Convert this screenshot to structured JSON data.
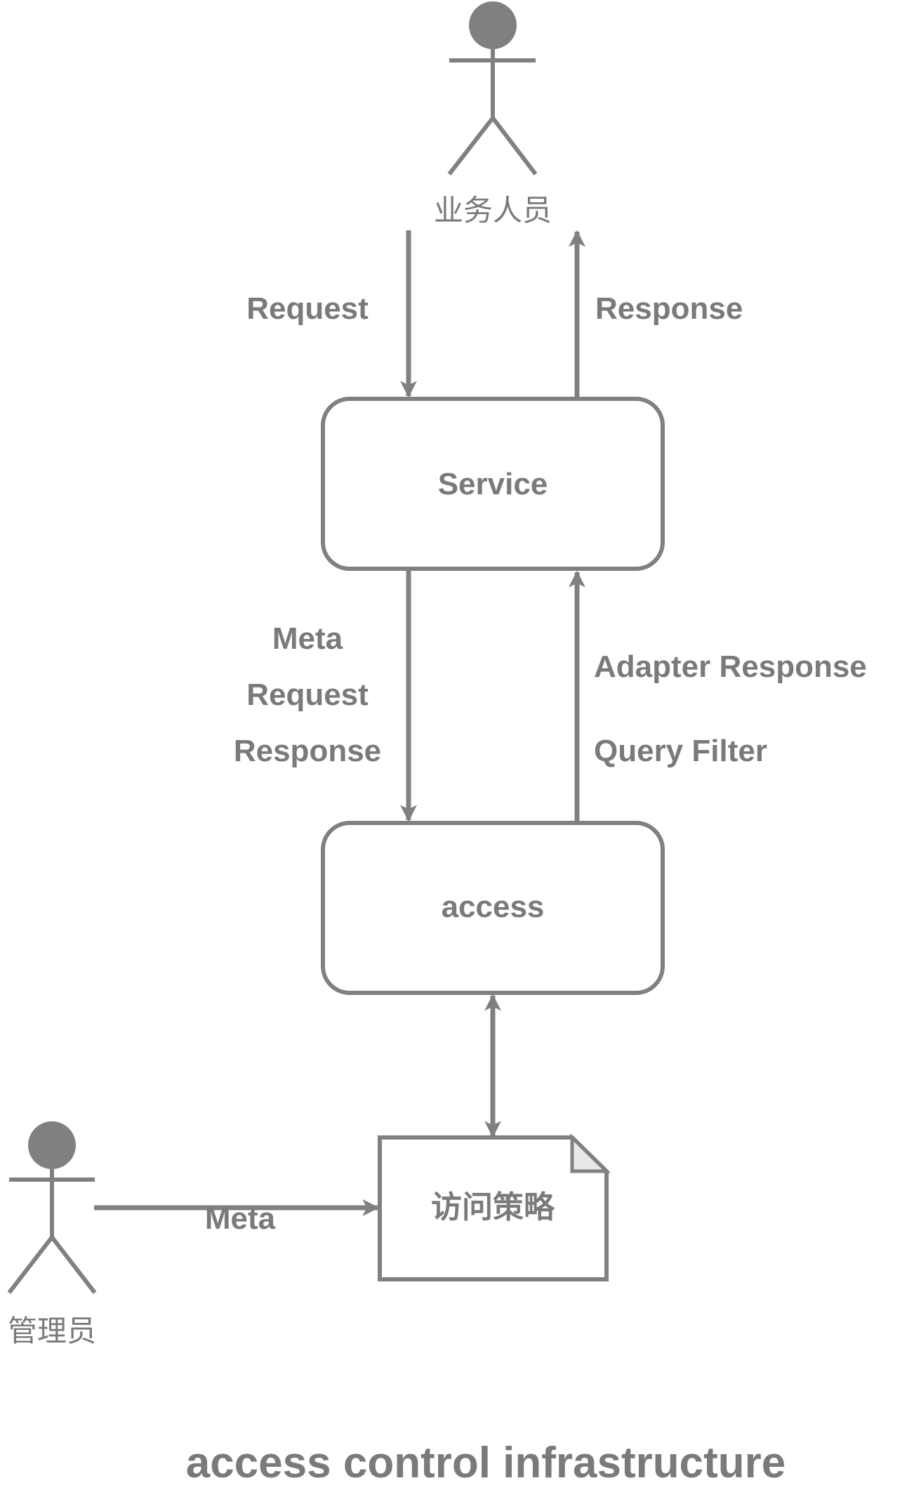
{
  "diagram": {
    "title": "access control infrastructure",
    "stroke_color": "#808080",
    "text_color": "#7a7a7a",
    "actors": {
      "business_user": "业务人员",
      "admin": "管理员"
    },
    "nodes": {
      "service": "Service",
      "access": "access",
      "policy": "访问策略"
    },
    "edge_labels": {
      "request": "Request",
      "response": "Response",
      "meta": "Meta",
      "request2": "Request",
      "response2": "Response",
      "adapter_response": "Adapter Response",
      "query_filter": "Query Filter",
      "admin_meta": "Meta"
    }
  }
}
